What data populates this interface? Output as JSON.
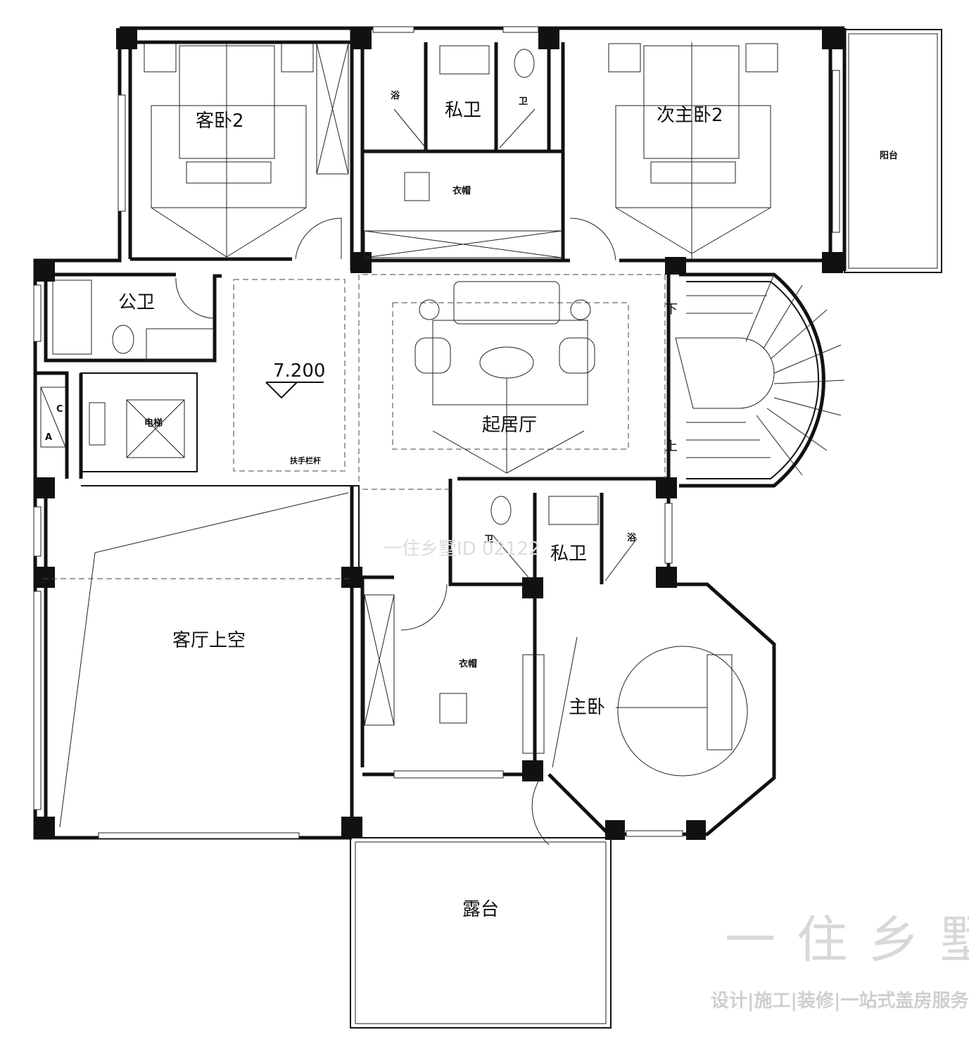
{
  "rooms": {
    "guest_bedroom_2": "客卧2",
    "private_bath_top": "私卫",
    "bath_top": "浴",
    "toilet_top": "卫",
    "second_master_2": "次主卧2",
    "balcony": "阳台",
    "closet_top": "衣帽",
    "public_bath": "公卫",
    "elevation": "7.200",
    "elevator": "电梯",
    "handrail": "扶手栏杆",
    "living_room": "起居厅",
    "stair_down": "下",
    "stair_up": "上",
    "toilet_mid": "卫",
    "private_bath_mid": "私卫",
    "bath_mid": "浴",
    "void_living": "客厅上空",
    "closet_master": "衣帽",
    "master_bedroom": "主卧",
    "terrace": "露台",
    "shaft_c": "C",
    "shaft_a": "A"
  },
  "watermark": {
    "center": "一住乡墅ID 02122",
    "brand": "一住乡墅",
    "slogan": "设计|施工|装修|一站式盖房服务"
  }
}
